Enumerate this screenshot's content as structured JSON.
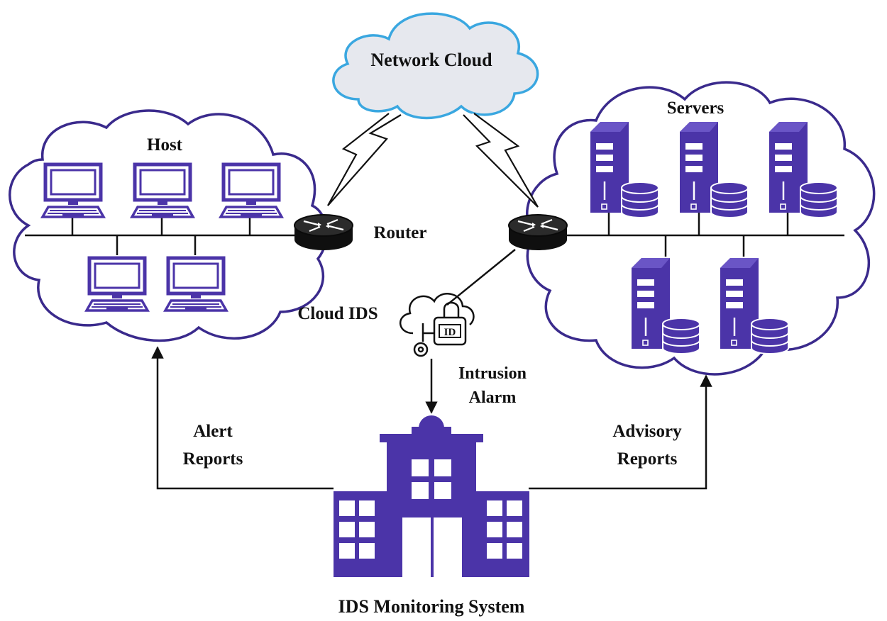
{
  "labels": {
    "network_cloud": "Network Cloud",
    "host": "Host",
    "servers": "Servers",
    "router": "Router",
    "cloud_ids": "Cloud IDS",
    "cloud_ids_badge": "ID",
    "intrusion_line1": "Intrusion",
    "intrusion_line2": "Alarm",
    "alert_line1": "Alert",
    "alert_line2": "Reports",
    "advisory_line1": "Advisory",
    "advisory_line2": "Reports",
    "monitoring_system": "IDS Monitoring System"
  },
  "colors": {
    "accent_purple": "#3a2a8c",
    "device_fill": "#4b34a8",
    "network_cloud_fill": "#e6e8ee",
    "network_cloud_stroke": "#3aa7e0",
    "router_fill": "#141414",
    "line": "#111111"
  },
  "icons": {
    "host": "monitor-icon",
    "server": "server-tower-icon",
    "router": "router-icon",
    "ids": "cloud-lock-icon",
    "building": "building-icon"
  }
}
